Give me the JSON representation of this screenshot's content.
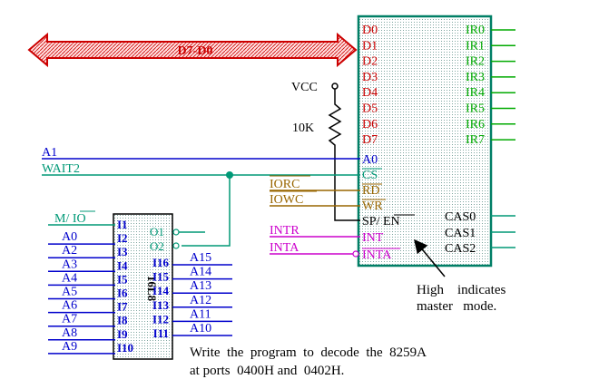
{
  "bus": {
    "label": "D7-D0"
  },
  "chip_8259": {
    "left_pins": [
      "D0",
      "D1",
      "D2",
      "D3",
      "D4",
      "D5",
      "D6",
      "D7"
    ],
    "right_ir": [
      "IR0",
      "IR1",
      "IR2",
      "IR3",
      "IR4",
      "IR5",
      "IR6",
      "IR7"
    ],
    "a0": "A0",
    "cs": "CS",
    "rd": "RD",
    "wr": "WR",
    "sp_en": "SP/ EN",
    "int": "INT",
    "inta": "INTA",
    "cas": [
      "CAS0",
      "CAS1",
      "CAS2"
    ]
  },
  "vcc": "VCC",
  "resistor": "10K",
  "signals": {
    "a1": "A1",
    "wait2": "WAIT2",
    "iorc": "IORC",
    "iowc": "IOWC",
    "intr": "INTR",
    "inta": "INTA",
    "mio": "M/ IO"
  },
  "decoder": {
    "name": "16L8",
    "inputs_left": [
      "I1",
      "I2",
      "I3",
      "I4",
      "I5",
      "I6",
      "I7",
      "I8",
      "I9",
      "I10"
    ],
    "outputs": [
      "O1",
      "O2"
    ],
    "inputs_right": [
      "I16",
      "I15",
      "I14",
      "I13",
      "I12",
      "I11"
    ],
    "left_addr": [
      "A0",
      "A2",
      "A3",
      "A4",
      "A5",
      "A6",
      "A7",
      "A8",
      "A9"
    ],
    "right_addr": [
      "A15",
      "A14",
      "A13",
      "A12",
      "A11",
      "A10"
    ]
  },
  "note_master": [
    "High    indicates",
    "master   mode."
  ],
  "task": [
    "Write  the  program  to  decode  the  8259A",
    "at ports  0400H and  0402H."
  ],
  "colors": {
    "bus": "#cc0000",
    "chip_border": "#007f66",
    "ir": "#00aa00",
    "blue": "#0000cc",
    "teal": "#009977",
    "brown": "#996600",
    "magenta": "#cc00cc"
  }
}
